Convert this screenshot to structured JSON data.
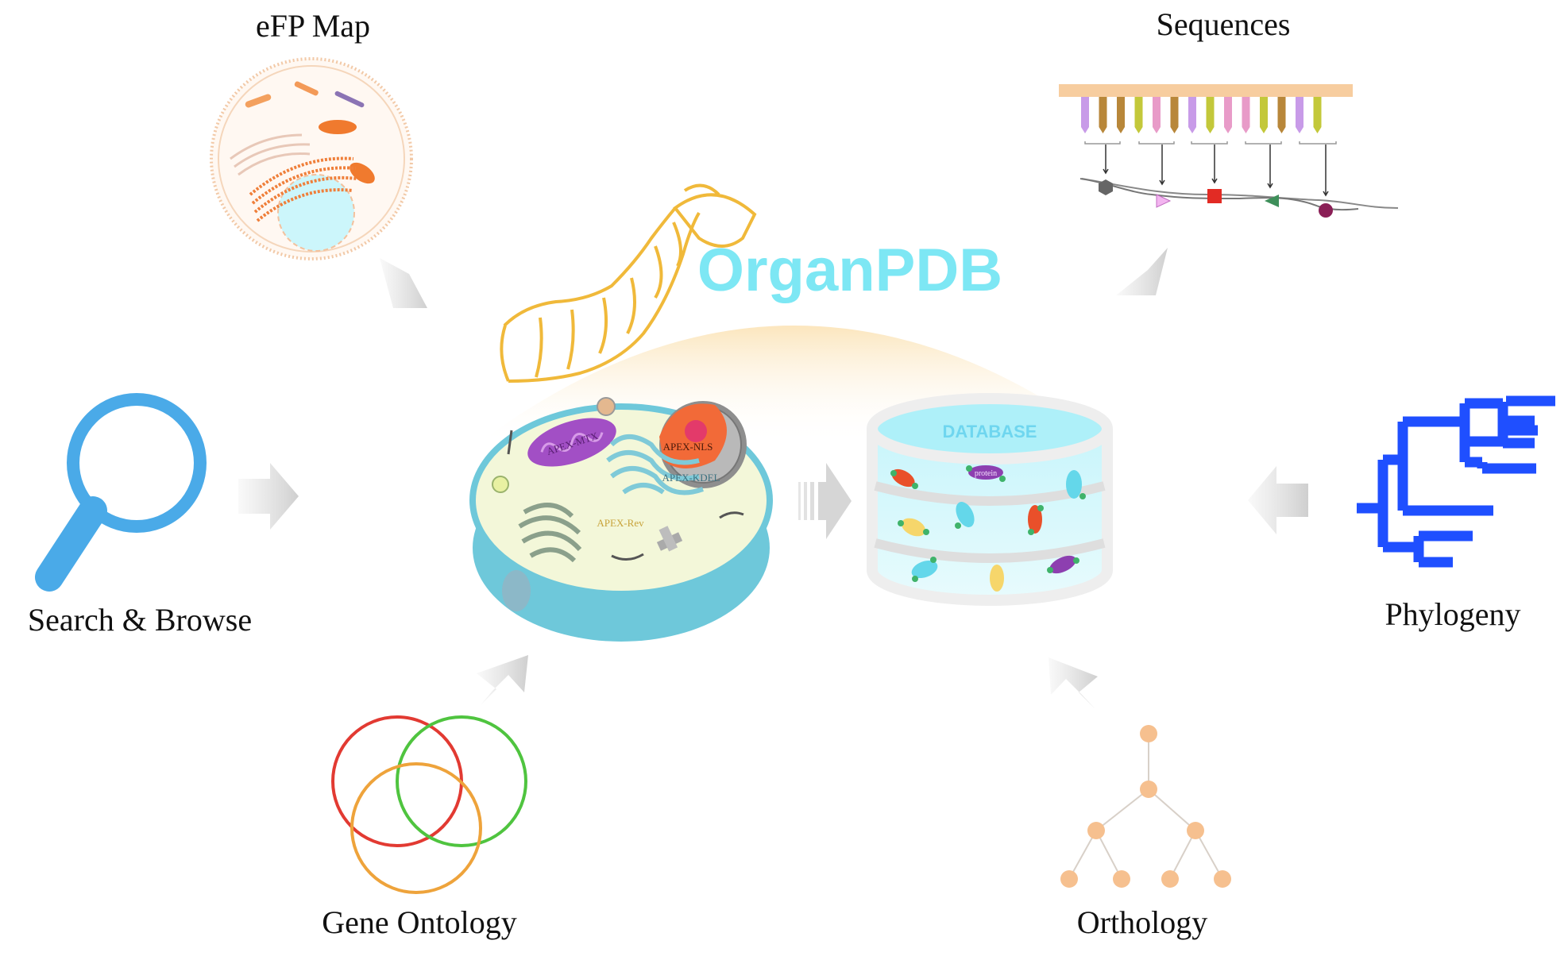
{
  "title": "OrganPDB",
  "database_label": "DATABASE",
  "protein_label": "protein",
  "labels": {
    "efp_map": "eFP Map",
    "sequences": "Sequences",
    "search_browse": "Search & Browse",
    "phylogeny": "Phylogeny",
    "gene_ontology": "Gene Ontology",
    "orthology": "Orthology"
  },
  "cell_labels": {
    "mito": "APEX-MTX",
    "nucleus": "APEX-NLS",
    "er": "APEX-KDEL",
    "rev": "APEX-Rev"
  },
  "colors": {
    "title": "#7de7f4",
    "database_text": "#6fd6ef",
    "magnifier": "#4aaae8",
    "phylogeny": "#1f4fff",
    "orthology": "#f6c08f",
    "venn": [
      "#e23a32",
      "#4fc43f",
      "#eea33b"
    ],
    "larva": "#f0b93a",
    "arrow": "#d9d9d9"
  },
  "icons": [
    "magnifier-icon",
    "cell-icon",
    "database-icon",
    "phylogeny-tree-icon",
    "venn-diagram-icon",
    "orthology-tree-icon",
    "silkworm-larva-icon",
    "sequence-icon"
  ]
}
